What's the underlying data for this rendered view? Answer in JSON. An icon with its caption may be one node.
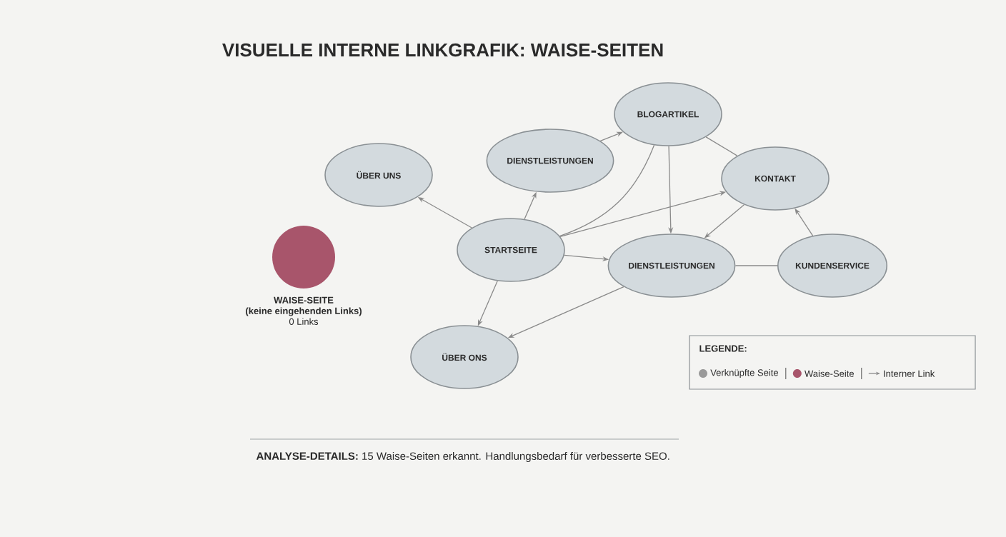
{
  "diagram": {
    "title": "VISUELLE INTERNE LINKGRAFIK: WAISE-SEITEN",
    "nodes": [
      {
        "text": [
          "ÜBER UNS"
        ]
      },
      {
        "text": [
          "DIENSTLEISTUNGEN"
        ]
      },
      {
        "text": [
          "BLOGARTIKEL"
        ]
      },
      {
        "text": [
          "KONTAKT"
        ]
      },
      {
        "text": [
          "STARTSEITE"
        ]
      },
      {
        "text": [
          "DIENSTLEISTUNGEN"
        ]
      },
      {
        "text": [
          "KUNDENSERVICE"
        ]
      },
      {
        "text": [
          "ÜBER ONS"
        ]
      },
      {
        "text": [],
        "shape": "circle",
        "beside": [
          "WAISE-SEITE",
          "(keine eingehenden Links)",
          "0 Links"
        ]
      }
    ],
    "edges": [
      {
        "from": 4,
        "to": 0,
        "arrow": "to"
      },
      {
        "from": 4,
        "to": 1,
        "arrow": "to"
      },
      {
        "from": 1,
        "to": 2,
        "arrow": "to"
      },
      {
        "from": 4,
        "to": 2,
        "arrow": "none"
      },
      {
        "from": 4,
        "to": 3,
        "arrow": "to"
      },
      {
        "from": 2,
        "to": 3,
        "arrow": "none"
      },
      {
        "from": 2,
        "to": 5,
        "arrow": "to"
      },
      {
        "from": 3,
        "to": 5,
        "arrow": "to"
      },
      {
        "from": 4,
        "to": 5,
        "arrow": "to"
      },
      {
        "from": 6,
        "to": 3,
        "arrow": "to"
      },
      {
        "from": 5,
        "to": 6,
        "arrow": "none"
      },
      {
        "from": 4,
        "to": 7,
        "arrow": "to"
      },
      {
        "from": 5,
        "to": 7,
        "arrow": "to"
      }
    ],
    "labels": [
      "LEGENDE:",
      "**ANALYSE-DETAILS:** 15 Waise-Seiten erkannt. Handlungsbedarf für verbesserte SEO."
    ],
    "legend": [
      {
        "text": "Verknüpfte Seite",
        "color": "#9a9a9a"
      },
      {
        "text": "Waise-Seite",
        "color": "#a8556b"
      },
      {
        "text": "Interner Link"
      }
    ]
  }
}
